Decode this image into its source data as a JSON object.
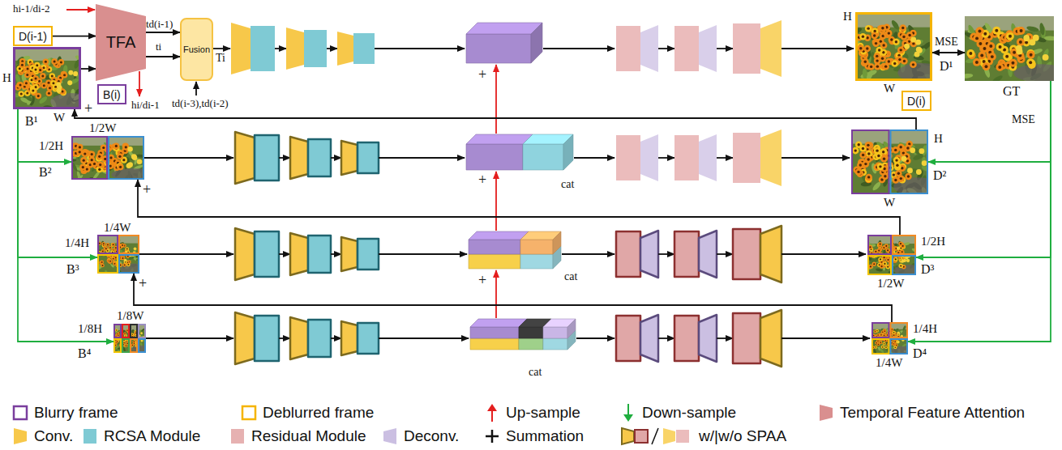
{
  "diagram": {
    "nodes": [
      {
        "text": [
          "D(i-1)"
        ]
      },
      {
        "text": [
          "TFA"
        ]
      },
      {
        "text": [
          "B¹"
        ]
      },
      {
        "text": [
          "B(i)"
        ]
      },
      {
        "text": [
          "Fusion"
        ]
      },
      {
        "text": [
          "D¹"
        ]
      },
      {
        "text": [
          "D(i)"
        ]
      },
      {
        "text": [
          "GT"
        ]
      },
      {
        "text": [
          "B²"
        ]
      },
      {
        "text": [
          "D²"
        ]
      },
      {
        "text": [
          "B³"
        ]
      },
      {
        "text": [
          "D³"
        ]
      },
      {
        "text": [
          "B⁴"
        ]
      },
      {
        "text": [
          "D⁴"
        ]
      }
    ],
    "edges": [
      {
        "from": 0,
        "to": 1,
        "arrow": "to"
      },
      {
        "from": 2,
        "to": 1,
        "arrow": "to"
      },
      {
        "from": 1,
        "to": 4,
        "label": "td(i-1)",
        "arrow": "to"
      },
      {
        "from": 1,
        "to": 4,
        "label": "ti",
        "arrow": "to"
      },
      {
        "from": 5,
        "to": 7,
        "label": "MSE",
        "arrow": "both"
      },
      {
        "from": 7,
        "to": 9,
        "label": "MSE",
        "arrow": "to"
      },
      {
        "from": 7,
        "to": 11,
        "arrow": "to"
      },
      {
        "from": 7,
        "to": 13,
        "arrow": "to"
      },
      {
        "from": 2,
        "to": 8,
        "arrow": "to"
      },
      {
        "from": 2,
        "to": 10,
        "arrow": "to"
      },
      {
        "from": 2,
        "to": 12,
        "arrow": "to"
      },
      {
        "from": 9,
        "to": 2,
        "label": "+",
        "arrow": "to"
      },
      {
        "from": 11,
        "to": 8,
        "label": "+",
        "arrow": "to"
      },
      {
        "from": 13,
        "to": 10,
        "label": "+",
        "arrow": "to"
      }
    ],
    "labels": [
      "hi-1/di-2",
      "H",
      "W",
      "hi/di-1",
      "td(i-3),td(i-2)",
      "Ti",
      "+",
      "H",
      "W",
      "1/2W",
      "1/2H",
      "cat",
      "H",
      "W",
      "+",
      "1/4W",
      "1/4H",
      "cat",
      "1/2H",
      "1/2W",
      "+",
      "1/8W",
      "1/8H",
      "cat",
      "1/4H",
      "1/4W"
    ],
    "legend": [
      {
        "text": "Blurry frame"
      },
      {
        "text": "Deblurred frame"
      },
      {
        "text": "Up-sample"
      },
      {
        "text": "Down-sample"
      },
      {
        "text": "Temporal Feature Attention",
        "color": "#d98f8f"
      },
      {
        "text": "Conv.",
        "color": "#f7c84a"
      },
      {
        "text": "RCSA Module",
        "color": "#7fcad4"
      },
      {
        "text": "Residual Module",
        "color": "#e6b1b1"
      },
      {
        "text": "Deconv.",
        "color": "#cbbfe2"
      },
      {
        "text": "Summation"
      },
      {
        "text": "w/|w/o SPAA"
      }
    ]
  }
}
